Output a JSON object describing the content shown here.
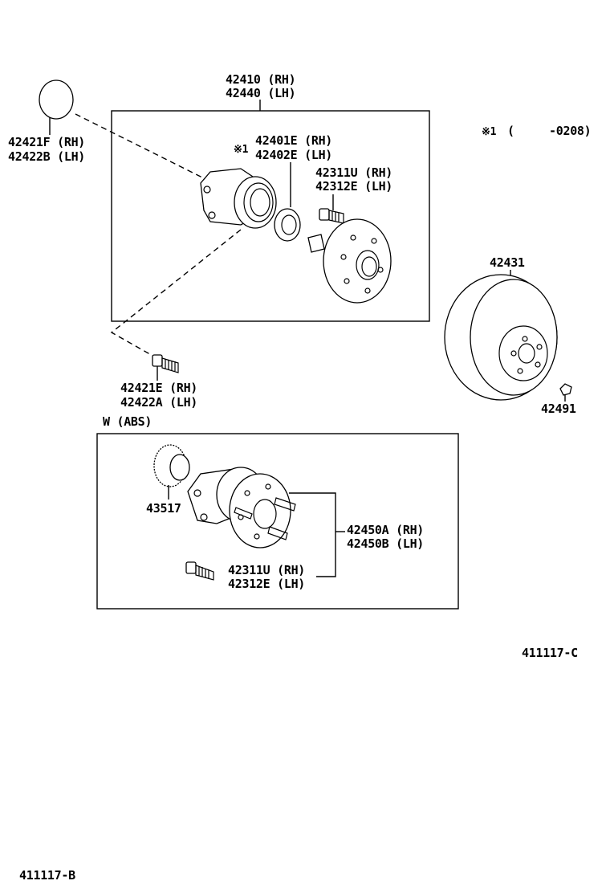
{
  "note": {
    "symbol": "※1",
    "open": "(",
    "range": "-0208)"
  },
  "upper_assembly": {
    "title_rh": "42410 (RH)",
    "title_lh": "42440 (LH)",
    "bearing_mark": "※1",
    "bearing_rh": "42401E (RH)",
    "bearing_lh": "42402E (LH)",
    "bolt_rh": "42311U (RH)",
    "bolt_lh": "42312E (LH)"
  },
  "cap": {
    "rh": "42421F (RH)",
    "lh": "42422B (LH)"
  },
  "hub_bolt": {
    "rh": "42421E (RH)",
    "lh": "42422A (LH)"
  },
  "disc": {
    "part": "42431",
    "screw": "42491"
  },
  "abs_assembly": {
    "header": "W (ABS)",
    "rotor": "43517",
    "hub_rh": "42450A (RH)",
    "hub_lh": "42450B (LH)",
    "bolt_rh": "42311U (RH)",
    "bolt_lh": "42312E (LH)"
  },
  "codes": {
    "right": "411117-C",
    "left": "411117-B"
  }
}
